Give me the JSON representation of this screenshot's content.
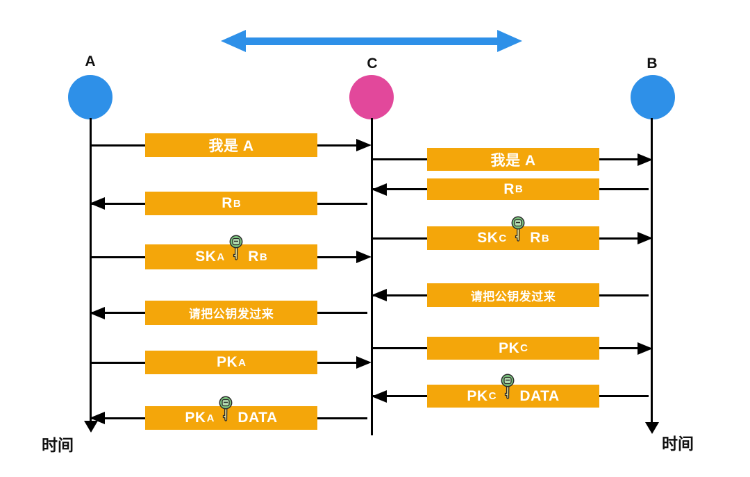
{
  "diagram": {
    "description_hint": "man-in-the-middle key exchange sequence diagram",
    "colors": {
      "host_circle_blue": "#2E90E8",
      "attacker_circle_pink": "#E2489B",
      "message_box_orange": "#F4A60A",
      "arrow_black": "#000000",
      "top_link_arrow_blue": "#2E90E8",
      "label_text_white": "#FFFFFF"
    }
  },
  "actors": {
    "a": {
      "label": "A"
    },
    "c": {
      "label": "C"
    },
    "b": {
      "label": "B"
    }
  },
  "time_axis": {
    "left_label": "时间",
    "right_label": "时间"
  },
  "messages": {
    "left": [
      {
        "from": "A",
        "to": "C",
        "direction": "right",
        "segments": [
          {
            "kind": "text",
            "t": "我是 A"
          }
        ]
      },
      {
        "from": "C",
        "to": "A",
        "direction": "left",
        "segments": [
          {
            "kind": "text",
            "t": "R"
          },
          {
            "kind": "sub",
            "t": "B"
          }
        ]
      },
      {
        "from": "A",
        "to": "C",
        "direction": "right",
        "segments": [
          {
            "kind": "text",
            "t": "SK"
          },
          {
            "kind": "sub",
            "t": "A"
          },
          {
            "kind": "key"
          },
          {
            "kind": "text",
            "t": "R"
          },
          {
            "kind": "sub",
            "t": "B"
          }
        ]
      },
      {
        "from": "C",
        "to": "A",
        "direction": "left",
        "segments": [
          {
            "kind": "text",
            "t": "请把公钥发过来"
          }
        ]
      },
      {
        "from": "A",
        "to": "C",
        "direction": "right",
        "segments": [
          {
            "kind": "text",
            "t": "PK"
          },
          {
            "kind": "sub",
            "t": "A"
          }
        ]
      },
      {
        "from": "C",
        "to": "A",
        "direction": "left",
        "segments": [
          {
            "kind": "text",
            "t": "PK"
          },
          {
            "kind": "sub",
            "t": "A"
          },
          {
            "kind": "key"
          },
          {
            "kind": "text",
            "t": "DATA"
          }
        ]
      }
    ],
    "right": [
      {
        "from": "C",
        "to": "B",
        "direction": "right",
        "segments": [
          {
            "kind": "text",
            "t": "我是 A"
          }
        ]
      },
      {
        "from": "B",
        "to": "C",
        "direction": "left",
        "segments": [
          {
            "kind": "text",
            "t": "R"
          },
          {
            "kind": "sub",
            "t": "B"
          }
        ]
      },
      {
        "from": "C",
        "to": "B",
        "direction": "right",
        "segments": [
          {
            "kind": "text",
            "t": "SK"
          },
          {
            "kind": "sub",
            "t": "C"
          },
          {
            "kind": "key"
          },
          {
            "kind": "text",
            "t": "R"
          },
          {
            "kind": "sub",
            "t": "B"
          }
        ]
      },
      {
        "from": "B",
        "to": "C",
        "direction": "left",
        "segments": [
          {
            "kind": "text",
            "t": "请把公钥发过来"
          }
        ]
      },
      {
        "from": "C",
        "to": "B",
        "direction": "right",
        "segments": [
          {
            "kind": "text",
            "t": "PK"
          },
          {
            "kind": "sub",
            "t": "C"
          }
        ]
      },
      {
        "from": "B",
        "to": "C",
        "direction": "left",
        "segments": [
          {
            "kind": "text",
            "t": "PK"
          },
          {
            "kind": "sub",
            "t": "C"
          },
          {
            "kind": "key"
          },
          {
            "kind": "text",
            "t": "DATA"
          }
        ]
      }
    ]
  }
}
